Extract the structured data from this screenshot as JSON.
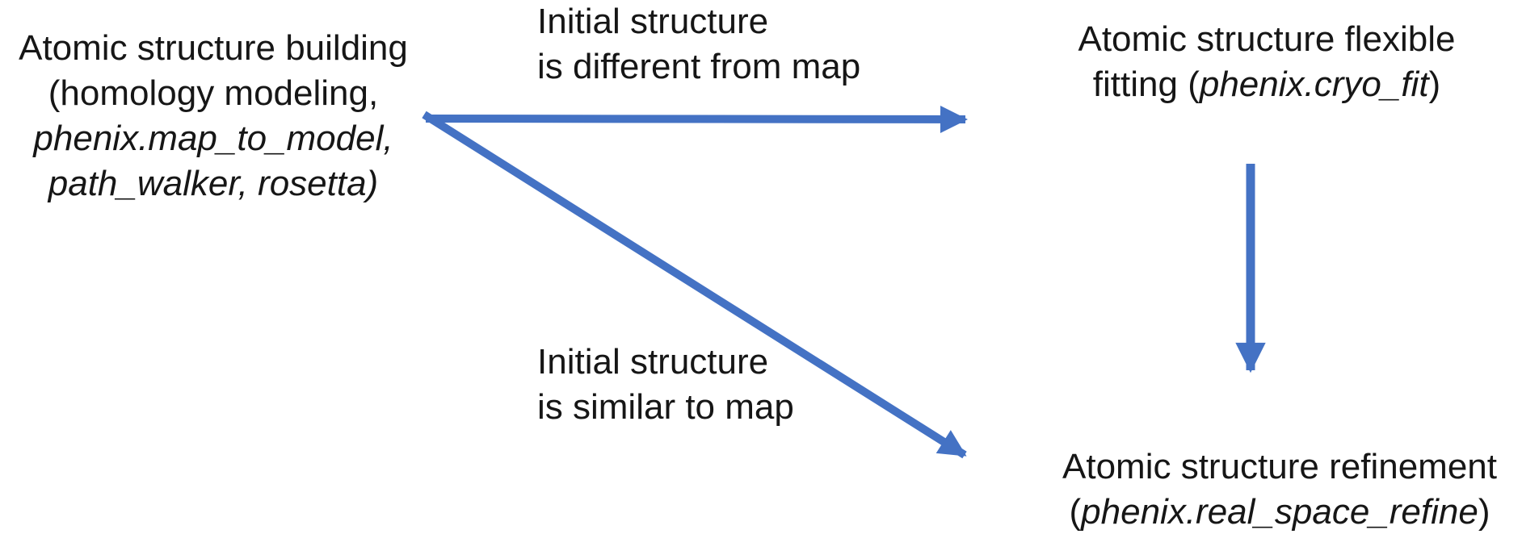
{
  "colors": {
    "background": "#ffffff",
    "text": "#161616",
    "arrow": "#4472c4"
  },
  "nodes": {
    "building": {
      "lines": [
        {
          "segments": [
            {
              "text": "Atomic structure building",
              "italic": false
            }
          ]
        },
        {
          "segments": [
            {
              "text": "(homology modeling,",
              "italic": false
            }
          ]
        },
        {
          "segments": [
            {
              "text": "phenix.map_to_model,",
              "italic": true
            }
          ]
        },
        {
          "segments": [
            {
              "text": "path_walker, rosetta)",
              "italic": true
            }
          ]
        }
      ]
    },
    "flexible_fitting": {
      "lines": [
        {
          "segments": [
            {
              "text": "Atomic structure flexible",
              "italic": false
            }
          ]
        },
        {
          "segments": [
            {
              "text": "fitting (",
              "italic": false
            },
            {
              "text": "phenix.cryo_fit",
              "italic": true
            },
            {
              "text": ")",
              "italic": false
            }
          ]
        }
      ]
    },
    "refinement": {
      "lines": [
        {
          "segments": [
            {
              "text": "Atomic structure refinement",
              "italic": false
            }
          ]
        },
        {
          "segments": [
            {
              "text": "(",
              "italic": false
            },
            {
              "text": "phenix.real_space_refine",
              "italic": true
            },
            {
              "text": ")",
              "italic": false
            }
          ]
        }
      ]
    }
  },
  "edge_labels": {
    "different": {
      "line1": "Initial structure",
      "line2": "is different from map"
    },
    "similar": {
      "line1": "Initial structure",
      "line2": "is similar to map"
    }
  },
  "arrows": [
    {
      "name": "arrow-building-to-flexible-fitting",
      "from": "building",
      "to": "flexible_fitting"
    },
    {
      "name": "arrow-building-to-refinement",
      "from": "building",
      "to": "refinement"
    },
    {
      "name": "arrow-flexible-fitting-to-refinement",
      "from": "flexible_fitting",
      "to": "refinement"
    }
  ]
}
